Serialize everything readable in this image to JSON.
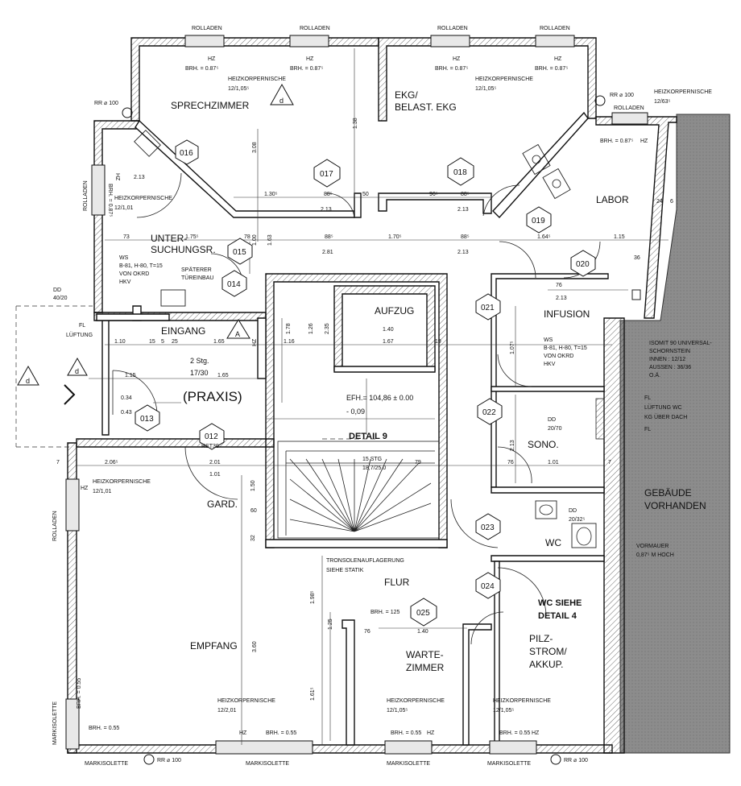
{
  "rooms": {
    "sprechzimmer": "SPRECHZIMMER",
    "ekg1": "EKG/",
    "ekg2": "BELAST. EKG",
    "labor": "LABOR",
    "unter1": "UNTER-",
    "unter2": "SUCHUNGSR.",
    "aufzug": "AUFZUG",
    "infusion": "INFUSION",
    "eingang": "EINGANG",
    "praxis": "(PRAXIS)",
    "sono": "SONO.",
    "gard": "GARD.",
    "wc": "WC",
    "flur": "FLUR",
    "empfang": "EMPFANG",
    "warte1": "WARTE-",
    "warte2": "ZIMMER",
    "pilz1": "PILZ-",
    "pilz2": "STROM/",
    "pilz3": "AKKUP.",
    "geb1": "GEBÄUDE",
    "geb2": "VORHANDEN"
  },
  "hex_tags": [
    "016",
    "017",
    "018",
    "019",
    "020",
    "021",
    "022",
    "023",
    "024",
    "025",
    "015",
    "014",
    "013",
    "012"
  ],
  "annotations": {
    "rolladen": "ROLLADEN",
    "hz": "HZ",
    "brh_087": "BRH. = 0.87⁵",
    "brh_055": "BRH. = 0.55",
    "brh_125": "BRH. = 125",
    "heizkoerper": "HEIZKORPERNISCHE",
    "hk_12105": "12/1,05⁵",
    "hk_1201": "12/1,01",
    "hk_1263": "12/63⁵",
    "hk_12201": "12/2,01",
    "rr100": "RR ⌀ 100",
    "markisolette": "MARKISOLETTE",
    "detail9": "DETAIL 9",
    "wc_siehe1": "WC SIEHE",
    "wc_siehe2": "DETAIL 4",
    "efh1": "EFH.= 104,86  ± 0.00",
    "efh2": "- 0,09",
    "stg1": "2 Stg.",
    "stg2": "17/30",
    "tread1": "15 STG",
    "tread2": "18,7/25,0",
    "ws1": "WS",
    "ws2": "B-81, H-80, T=15",
    "ws3": "VON OKRD",
    "ws4": "HKV",
    "spaeter1": "SPÄTERER",
    "spaeter2": "TÜREINBAU",
    "dd_40": "DD",
    "dd_40b": "40/20",
    "fl": "FL",
    "lueftung": "LÜFTUNG",
    "dd_20": "DD",
    "dd_20b": "20/70",
    "dd_32": "DD",
    "dd_32b": "20/32⁵",
    "lueftung_wc1": "LÜFTUNG WC",
    "lueftung_wc2": "KG ÜBER DACH",
    "schorn1": "ISOMIT 90 UNIVERSAL-",
    "schorn2": "SCHORNSTEIN",
    "schorn3": "INNEN : 12/12",
    "schorn4": "AUSSEN : 36/36",
    "schorn5": "O.Ä.",
    "konsole1": "TRONSOLENAUFLAGERUNG",
    "konsole2": "SIEHE STATIK",
    "vormauer1": "VORMAUER",
    "vormauer2": "0,87⁵ M HOCH",
    "rst": "RST30",
    "d": "d",
    "a": "A"
  },
  "dimensions": {
    "d_308": "3.08",
    "d_130": "1.30⁵",
    "d_88": "88⁵",
    "d_213": "2.13",
    "d_50": "50",
    "d_96": "96⁵",
    "d_73": "73",
    "d_175": "1.75⁵",
    "d_78": "78",
    "d_281": "2.81",
    "d_170": "1.70⁵",
    "d_164": "1.64⁵",
    "d_115": "1.15",
    "d_36": "36",
    "d_76": "76",
    "d_24": "24",
    "d_6": "6",
    "d_100": "1.00",
    "d_163": "1.63",
    "d_110": "1.10",
    "d_165": "1.65",
    "d_116": "1.16",
    "d_140": "1.40",
    "d_167": "1.67",
    "d_034": "0.34",
    "d_043": "0.43",
    "d_206": "2.06⁵",
    "d_201": "2.01",
    "d_101": "1.01",
    "d_150": "1.50",
    "d_60": "60",
    "d_32": "32",
    "d_360": "3.60",
    "d_198": "1.98⁵",
    "d_125": "1.25",
    "d_161": "1.61⁵",
    "d_7": "7",
    "d_79": "79",
    "d_19": "19",
    "d_25": "25",
    "d_5": "5",
    "d_15": "15",
    "d_138": "1.38",
    "d_178": "1.78",
    "d_126": "1.26",
    "d_235": "2.35",
    "d_107": "1.07⁵"
  },
  "colors": {
    "neighbor": "#8a8a8a",
    "line": "#111111"
  }
}
